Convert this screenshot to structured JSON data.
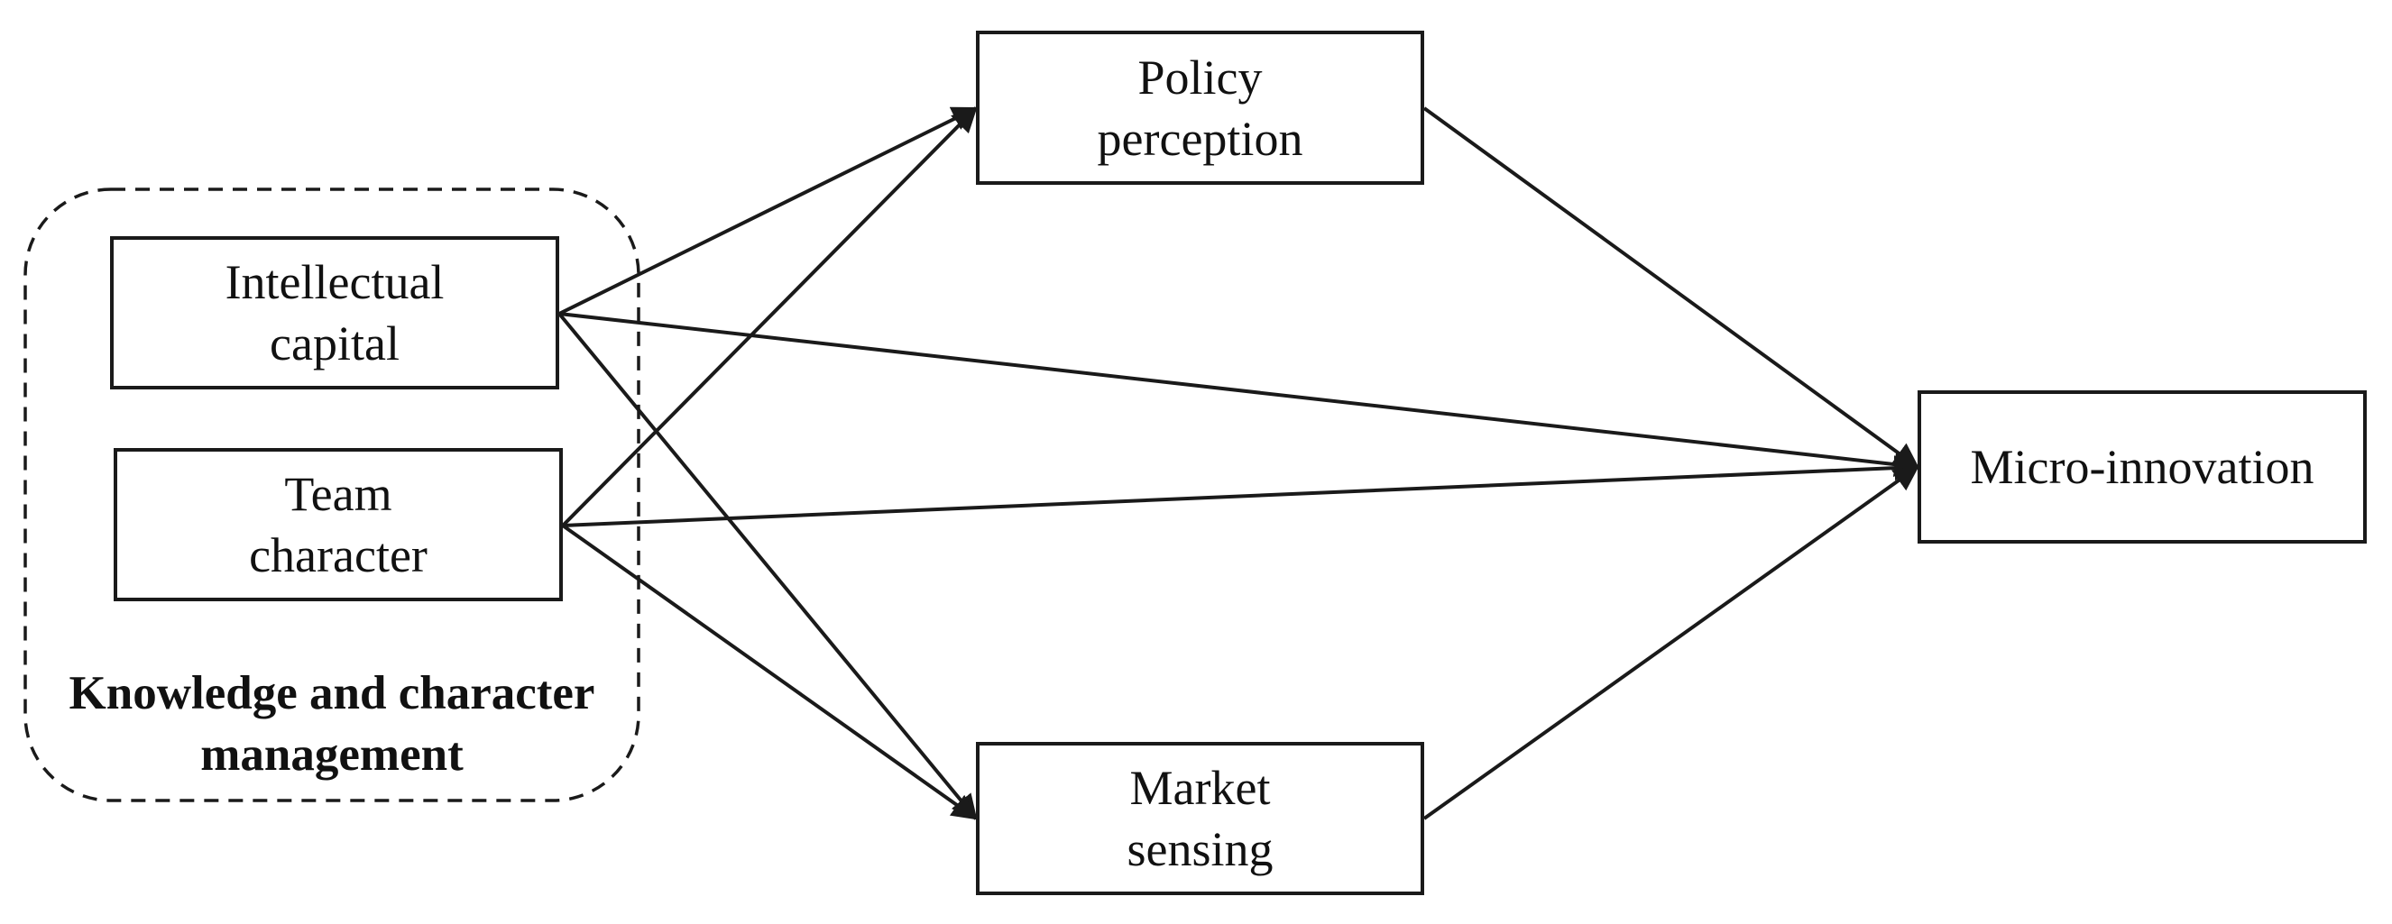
{
  "nodes": {
    "intellectual_capital": {
      "label": "Intellectual\ncapital"
    },
    "team_character": {
      "label": "Team\ncharacter"
    },
    "policy_perception": {
      "label": "Policy\nperception"
    },
    "market_sensing": {
      "label": "Market\nsensing"
    },
    "micro_innovation": {
      "label": "Micro-innovation"
    }
  },
  "group": {
    "label": "Knowledge and character\nmanagement"
  },
  "edges": [
    {
      "from": "intellectual_capital",
      "to": "policy_perception"
    },
    {
      "from": "intellectual_capital",
      "to": "micro_innovation"
    },
    {
      "from": "intellectual_capital",
      "to": "market_sensing"
    },
    {
      "from": "team_character",
      "to": "policy_perception"
    },
    {
      "from": "team_character",
      "to": "micro_innovation"
    },
    {
      "from": "team_character",
      "to": "market_sensing"
    },
    {
      "from": "policy_perception",
      "to": "micro_innovation"
    },
    {
      "from": "market_sensing",
      "to": "micro_innovation"
    }
  ]
}
